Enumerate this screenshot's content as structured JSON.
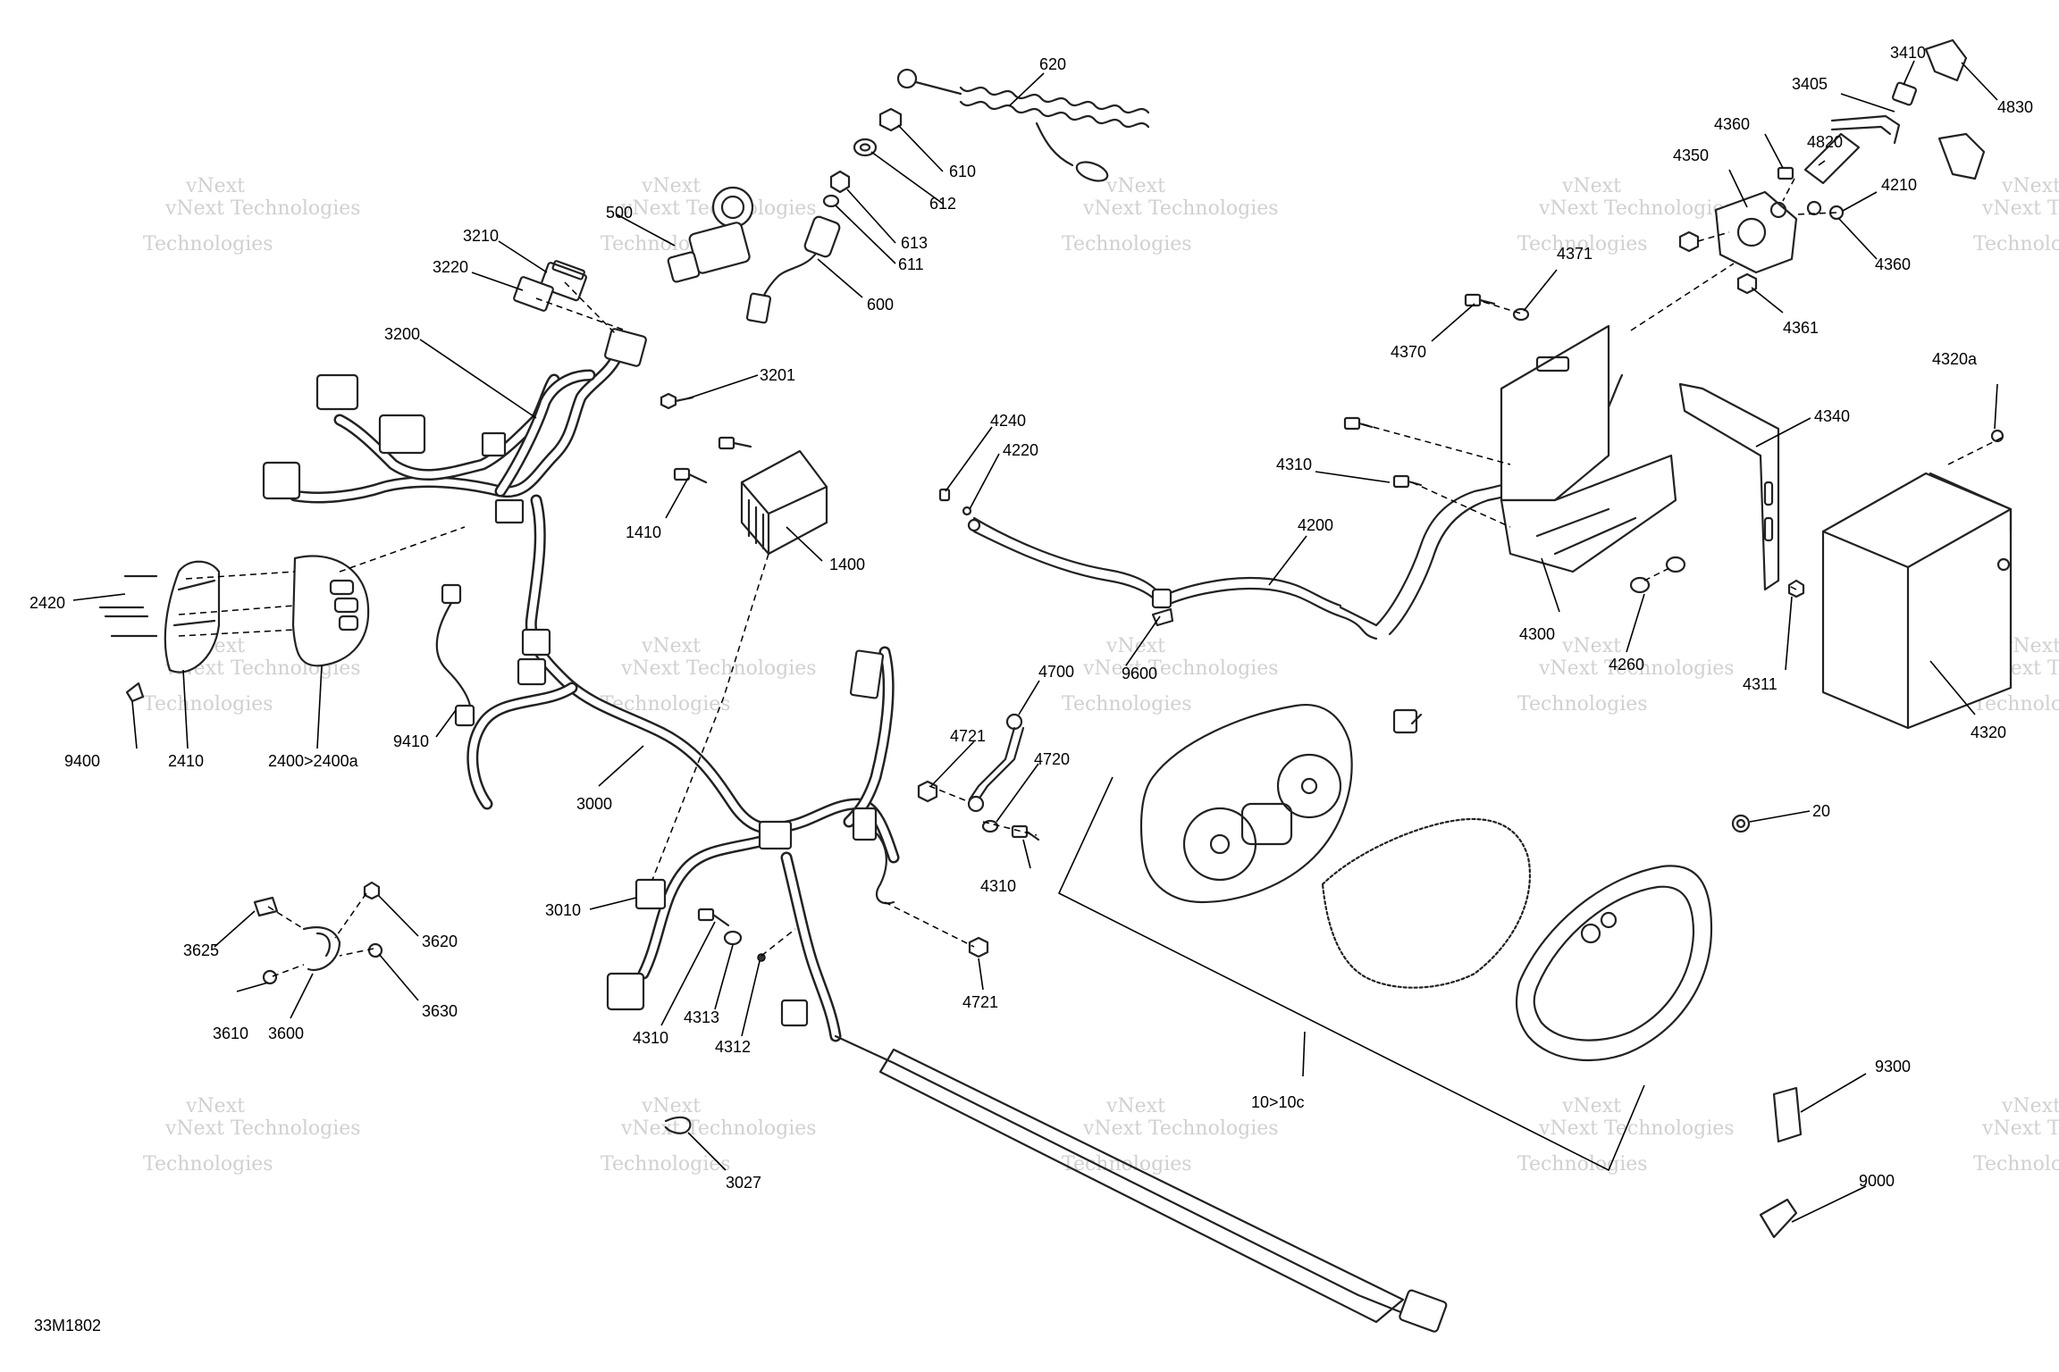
{
  "drawing_ref": "33M1802",
  "watermark": {
    "line1": "vNext Technologies",
    "line2": "Technologies",
    "line3": "vNext"
  },
  "callouts": [
    {
      "id": "c620",
      "text": "620"
    },
    {
      "id": "c610",
      "text": "610"
    },
    {
      "id": "c612",
      "text": "612"
    },
    {
      "id": "c613",
      "text": "613"
    },
    {
      "id": "c611",
      "text": "611"
    },
    {
      "id": "c600",
      "text": "600"
    },
    {
      "id": "c500",
      "text": "500"
    },
    {
      "id": "c3210",
      "text": "3210"
    },
    {
      "id": "c3220",
      "text": "3220"
    },
    {
      "id": "c3200",
      "text": "3200"
    },
    {
      "id": "c3201",
      "text": "3201"
    },
    {
      "id": "c1410",
      "text": "1410"
    },
    {
      "id": "c1400",
      "text": "1400"
    },
    {
      "id": "c2420",
      "text": "2420"
    },
    {
      "id": "c9400",
      "text": "9400"
    },
    {
      "id": "c2410",
      "text": "2410"
    },
    {
      "id": "c2400",
      "text": "2400>2400a"
    },
    {
      "id": "c9410",
      "text": "9410"
    },
    {
      "id": "c3000",
      "text": "3000"
    },
    {
      "id": "c3010",
      "text": "3010"
    },
    {
      "id": "c4310a",
      "text": "4310"
    },
    {
      "id": "c4313",
      "text": "4313"
    },
    {
      "id": "c4312",
      "text": "4312"
    },
    {
      "id": "c3625",
      "text": "3625"
    },
    {
      "id": "c3620",
      "text": "3620"
    },
    {
      "id": "c3630",
      "text": "3630"
    },
    {
      "id": "c3610",
      "text": "3610"
    },
    {
      "id": "c3600",
      "text": "3600"
    },
    {
      "id": "c3027",
      "text": "3027"
    },
    {
      "id": "c4240",
      "text": "4240"
    },
    {
      "id": "c4220",
      "text": "4220"
    },
    {
      "id": "c4200",
      "text": "4200"
    },
    {
      "id": "c9600",
      "text": "9600"
    },
    {
      "id": "c4700",
      "text": "4700"
    },
    {
      "id": "c4721a",
      "text": "4721"
    },
    {
      "id": "c4720",
      "text": "4720"
    },
    {
      "id": "c4310b",
      "text": "4310"
    },
    {
      "id": "c4721b",
      "text": "4721"
    },
    {
      "id": "c10",
      "text": "10>10c"
    },
    {
      "id": "c3410",
      "text": "3410"
    },
    {
      "id": "c3405",
      "text": "3405"
    },
    {
      "id": "c4830",
      "text": "4830"
    },
    {
      "id": "c4360a",
      "text": "4360"
    },
    {
      "id": "c4820",
      "text": "4820"
    },
    {
      "id": "c4350",
      "text": "4350"
    },
    {
      "id": "c4210",
      "text": "4210"
    },
    {
      "id": "c4360b",
      "text": "4360"
    },
    {
      "id": "c4371",
      "text": "4371"
    },
    {
      "id": "c4361",
      "text": "4361"
    },
    {
      "id": "c4370",
      "text": "4370"
    },
    {
      "id": "c4320a",
      "text": "4320a"
    },
    {
      "id": "c4340",
      "text": "4340"
    },
    {
      "id": "c4310c",
      "text": "4310"
    },
    {
      "id": "c4310d",
      "text": "4310"
    },
    {
      "id": "c4300",
      "text": "4300"
    },
    {
      "id": "c4260",
      "text": "4260"
    },
    {
      "id": "c4311",
      "text": "4311"
    },
    {
      "id": "c4320",
      "text": "4320"
    },
    {
      "id": "c20",
      "text": "20"
    },
    {
      "id": "c9300",
      "text": "9300"
    },
    {
      "id": "c9000",
      "text": "9000"
    }
  ]
}
